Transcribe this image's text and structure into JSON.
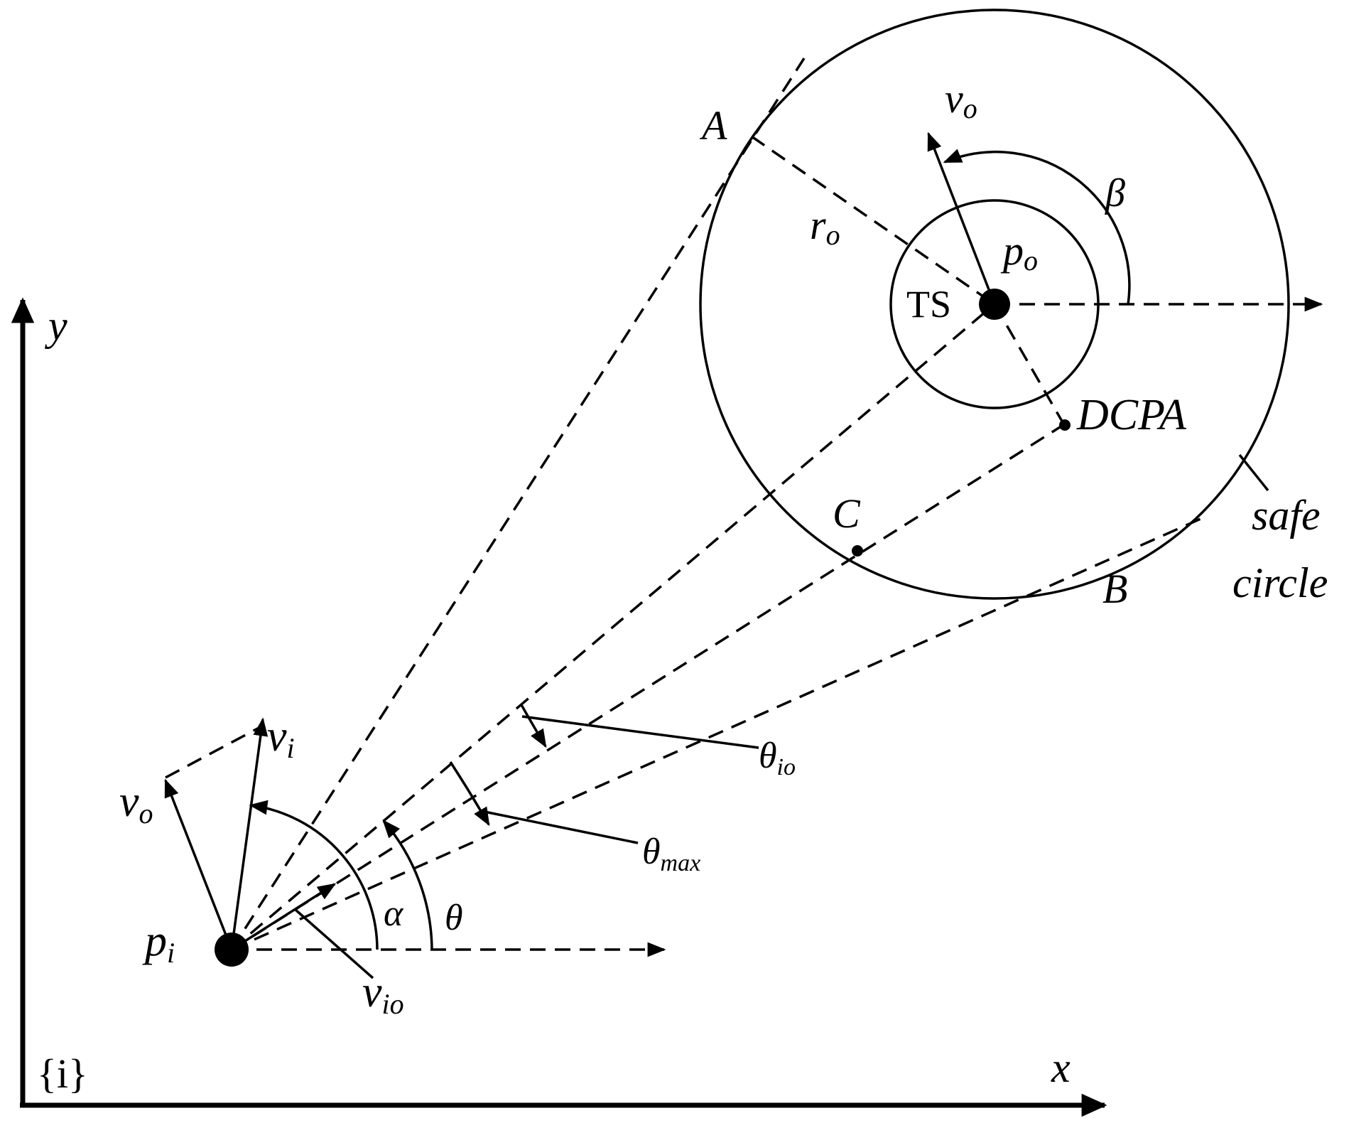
{
  "labels": {
    "y_axis": "y",
    "x_axis": "x",
    "frame": "{i}",
    "point_A": "A",
    "point_B": "B",
    "point_C": "C",
    "target_ship": "TS",
    "dcpa": "DCPA",
    "safe_circle_line1": "safe",
    "safe_circle_line2": "circle",
    "angle_beta": "β",
    "angle_alpha": "α",
    "angle_theta": "θ",
    "ro_main": "r",
    "ro_sub": "o",
    "po_main": "p",
    "po_sub": "o",
    "pi_main": "p",
    "pi_sub": "i",
    "vo_top_main": "v",
    "vo_top_sub": "o",
    "vi_main": "v",
    "vi_sub": "i",
    "vo_left_main": "v",
    "vo_left_sub": "o",
    "vio_main": "v",
    "vio_sub": "io",
    "theta_io_main": "θ",
    "theta_io_sub": "io",
    "theta_max_main": "θ",
    "theta_max_sub": "max"
  },
  "colors": {
    "ink": "#000000",
    "background": "#ffffff"
  }
}
